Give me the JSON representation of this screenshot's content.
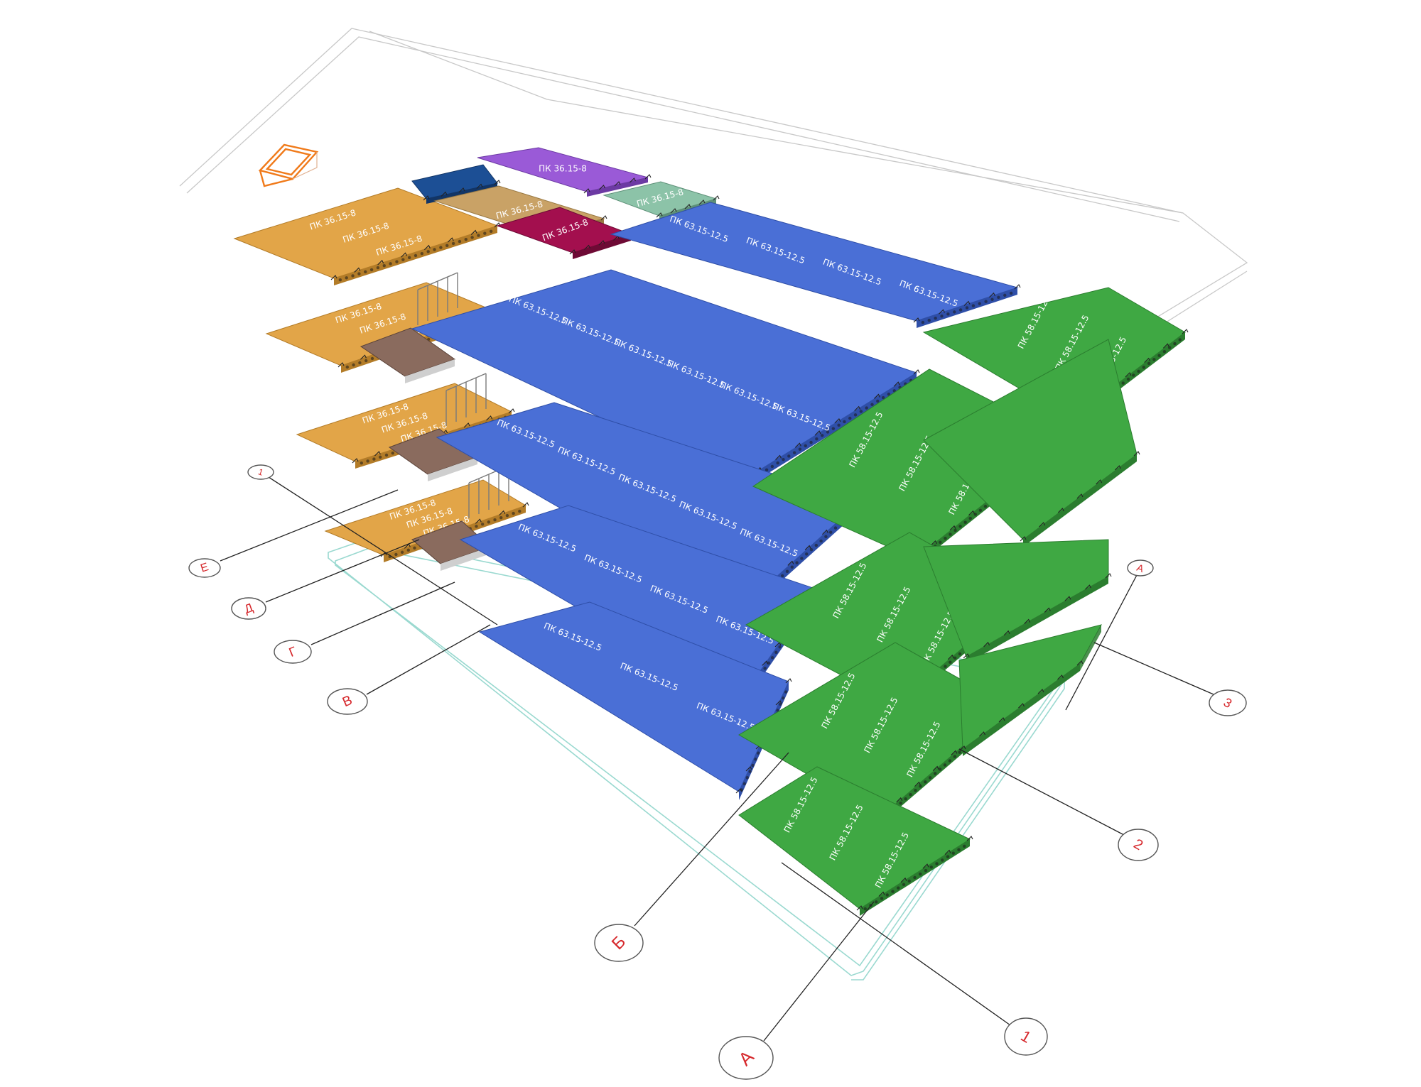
{
  "axes": {
    "letters": [
      "Е",
      "Д",
      "Г",
      "В",
      "Б",
      "А",
      "А"
    ],
    "numbers": [
      "1",
      "1",
      "2",
      "3"
    ]
  },
  "slab_marks": {
    "blue": "ПК 63.15-12.5",
    "green": "ПК 58.15-12.5",
    "orange": "ПК 36.15-8",
    "magenta": "ПК 36.15-8",
    "purple": "ПК 36.15-8",
    "teal": "ПК 36.15-8",
    "tan": "ПК 36.15-8"
  },
  "colors": {
    "blue": "#4a6fd6",
    "blue_dark": "#2f4fa8",
    "green": "#3fa843",
    "green_dark": "#2b7d2f",
    "orange": "#e2a548",
    "orange_dark": "#b37c28",
    "magenta": "#a30f4e",
    "purple": "#9a5ad7",
    "teal": "#8cc3a8",
    "navy": "#1c4f95",
    "tan": "#c9a266",
    "stair": "#8a6b5e",
    "axis_red": "#d6282c",
    "outline_teal": "#9ad9d0",
    "roof_outline": "#c8c8c8",
    "skylight": "#f07a1a"
  }
}
